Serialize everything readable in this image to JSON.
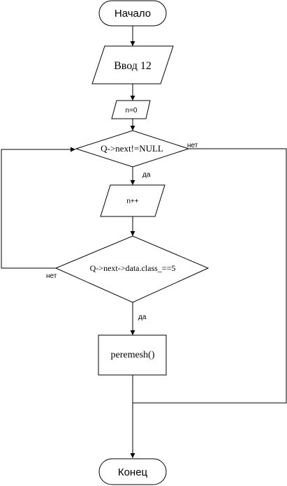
{
  "flowchart": {
    "start_label": "Начало",
    "input_label": "Ввод 12",
    "init_label": "n=0",
    "condition1_label": "Q->next!=NULL",
    "increment_label": "n++",
    "condition2_label": "Q->next->data.class_==5",
    "process_label": "peremesh()",
    "end_label": "Конец",
    "yes_label": "да",
    "no_label": "нет"
  }
}
